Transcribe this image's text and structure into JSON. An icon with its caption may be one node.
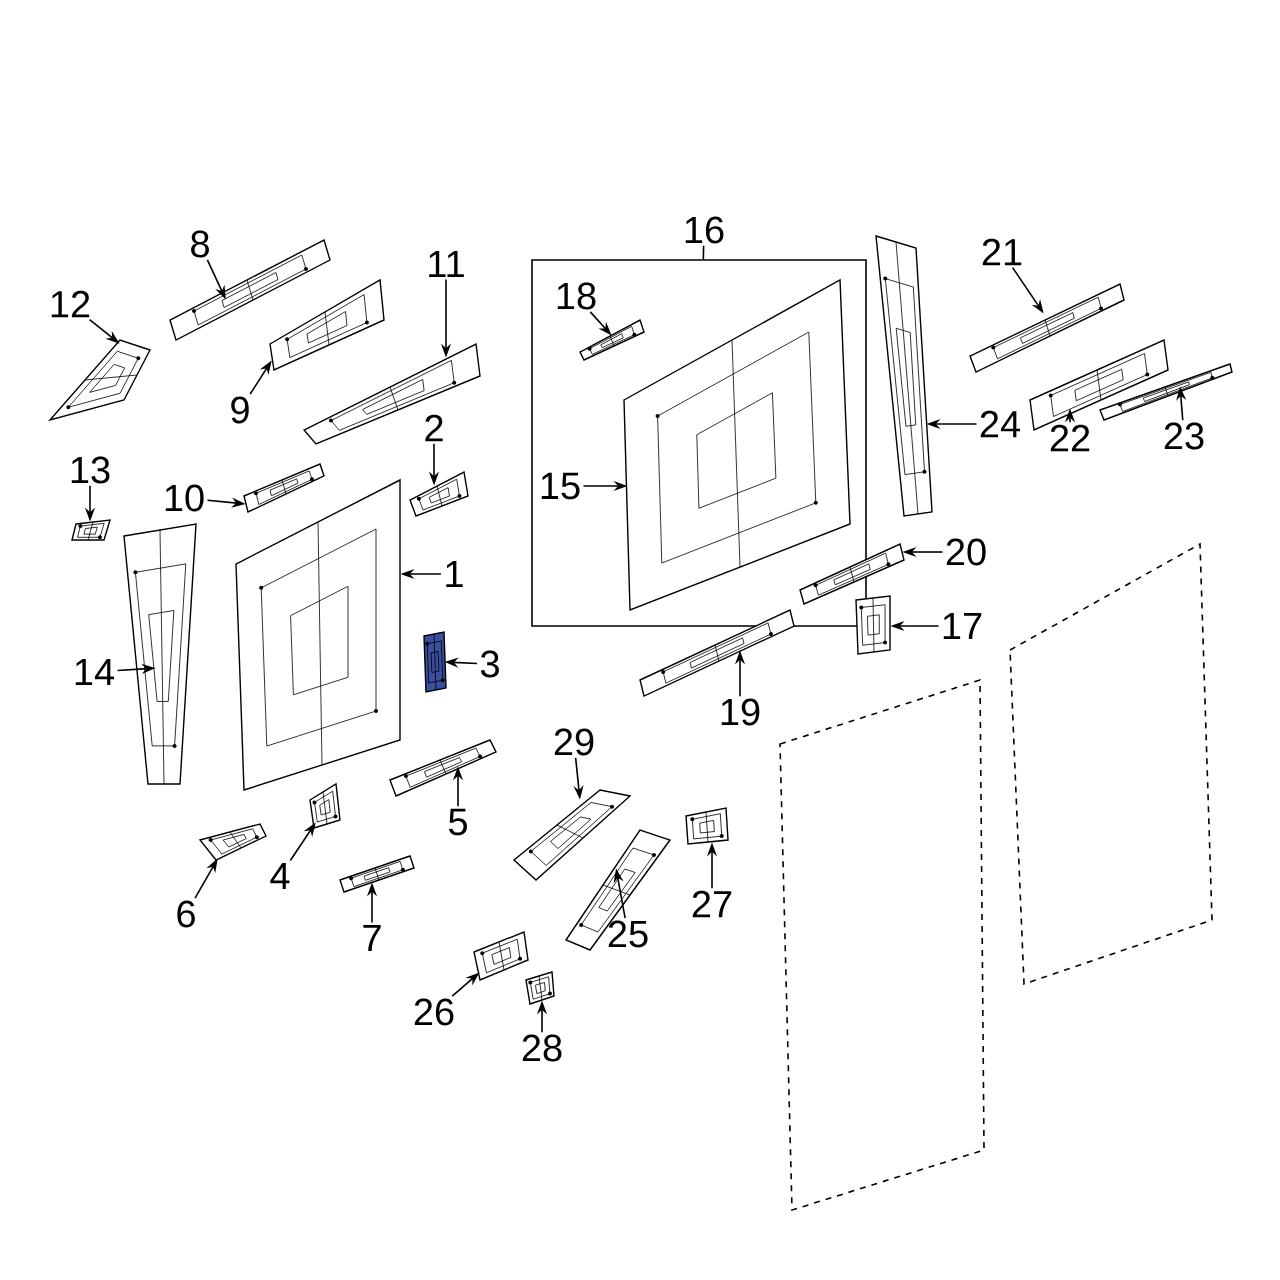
{
  "diagram": {
    "nodes": [
      {
        "text": [],
        "shape": "box"
      },
      {
        "text": [
          "1"
        ]
      },
      {
        "text": [
          "2"
        ]
      },
      {
        "text": [
          "3"
        ]
      },
      {
        "text": [
          "4"
        ]
      },
      {
        "text": [
          "5"
        ]
      },
      {
        "text": [
          "6"
        ]
      },
      {
        "text": [
          "7"
        ]
      },
      {
        "text": [
          "8"
        ]
      },
      {
        "text": [
          "9"
        ]
      },
      {
        "text": [
          "10"
        ]
      },
      {
        "text": [
          "11"
        ]
      },
      {
        "text": [
          "12"
        ]
      },
      {
        "text": [
          "13"
        ]
      },
      {
        "text": [
          "14"
        ]
      },
      {
        "text": [
          "15"
        ],
        "in": 0
      },
      {
        "text": [
          "16"
        ]
      },
      {
        "text": [
          "17"
        ]
      },
      {
        "text": [
          "18"
        ],
        "in": 0
      },
      {
        "text": [
          "19"
        ]
      },
      {
        "text": [
          "20"
        ]
      },
      {
        "text": [
          "21"
        ]
      },
      {
        "text": [
          "22"
        ]
      },
      {
        "text": [
          "23"
        ]
      },
      {
        "text": [
          "24"
        ]
      },
      {
        "text": [
          "25"
        ]
      },
      {
        "text": [
          "26"
        ]
      },
      {
        "text": [
          "27"
        ]
      },
      {
        "text": [
          "28"
        ]
      },
      {
        "text": [
          "29"
        ]
      },
      {
        "text": [],
        "shape": "picture"
      },
      {
        "text": [],
        "shape": "picture"
      },
      {
        "text": [],
        "shape": "picture"
      },
      {
        "text": [],
        "shape": "picture"
      },
      {
        "text": [],
        "shape": "picture"
      },
      {
        "text": [],
        "shape": "picture"
      },
      {
        "text": [],
        "shape": "picture"
      },
      {
        "text": [],
        "shape": "picture"
      },
      {
        "text": [],
        "shape": "picture"
      },
      {
        "text": [],
        "shape": "picture"
      },
      {
        "text": [],
        "shape": "picture"
      },
      {
        "text": [],
        "shape": "picture"
      },
      {
        "text": [],
        "shape": "picture"
      },
      {
        "text": [],
        "shape": "picture"
      },
      {
        "text": [],
        "shape": "picture",
        "in": 0
      },
      {
        "text": [],
        "shape": "picture"
      },
      {
        "text": [],
        "shape": "picture",
        "in": 0
      },
      {
        "text": [],
        "shape": "picture"
      },
      {
        "text": [],
        "shape": "picture"
      },
      {
        "text": [],
        "shape": "picture"
      },
      {
        "text": [],
        "shape": "picture"
      },
      {
        "text": [],
        "shape": "picture"
      },
      {
        "text": [],
        "shape": "picture"
      },
      {
        "text": [],
        "shape": "picture"
      },
      {
        "text": [],
        "shape": "picture"
      },
      {
        "text": [],
        "shape": "picture"
      },
      {
        "text": [],
        "shape": "picture"
      },
      {
        "text": [],
        "shape": "picture"
      }
    ],
    "edges": [
      {
        "from": 1,
        "to": 30,
        "arrow": "to"
      },
      {
        "from": 2,
        "to": 31,
        "arrow": "to"
      },
      {
        "from": 3,
        "to": 32,
        "arrow": "to"
      },
      {
        "from": 4,
        "to": 33,
        "arrow": "to"
      },
      {
        "from": 5,
        "to": 34,
        "arrow": "to"
      },
      {
        "from": 6,
        "to": 35,
        "arrow": "to"
      },
      {
        "from": 7,
        "to": 36,
        "arrow": "to"
      },
      {
        "from": 8,
        "to": 37,
        "arrow": "to"
      },
      {
        "from": 9,
        "to": 38,
        "arrow": "to"
      },
      {
        "from": 10,
        "to": 39,
        "arrow": "to"
      },
      {
        "from": 11,
        "to": 40,
        "arrow": "to"
      },
      {
        "from": 12,
        "to": 41,
        "arrow": "to"
      },
      {
        "from": 13,
        "to": 42,
        "arrow": "to"
      },
      {
        "from": 14,
        "to": 43,
        "arrow": "to"
      },
      {
        "from": 15,
        "to": 44,
        "arrow": "to"
      },
      {
        "from": 16,
        "to": 0,
        "arrow": "none"
      },
      {
        "from": 17,
        "to": 45,
        "arrow": "to"
      },
      {
        "from": 18,
        "to": 46,
        "arrow": "to"
      },
      {
        "from": 19,
        "to": 47,
        "arrow": "to"
      },
      {
        "from": 20,
        "to": 48,
        "arrow": "to"
      },
      {
        "from": 21,
        "to": 49,
        "arrow": "to"
      },
      {
        "from": 22,
        "to": 50,
        "arrow": "to"
      },
      {
        "from": 23,
        "to": 51,
        "arrow": "to"
      },
      {
        "from": 24,
        "to": 52,
        "arrow": "to"
      },
      {
        "from": 25,
        "to": 53,
        "arrow": "to"
      },
      {
        "from": 26,
        "to": 54,
        "arrow": "to"
      },
      {
        "from": 27,
        "to": 55,
        "arrow": "to"
      },
      {
        "from": 28,
        "to": 56,
        "arrow": "to"
      },
      {
        "from": 29,
        "to": 57,
        "arrow": "to"
      }
    ]
  }
}
